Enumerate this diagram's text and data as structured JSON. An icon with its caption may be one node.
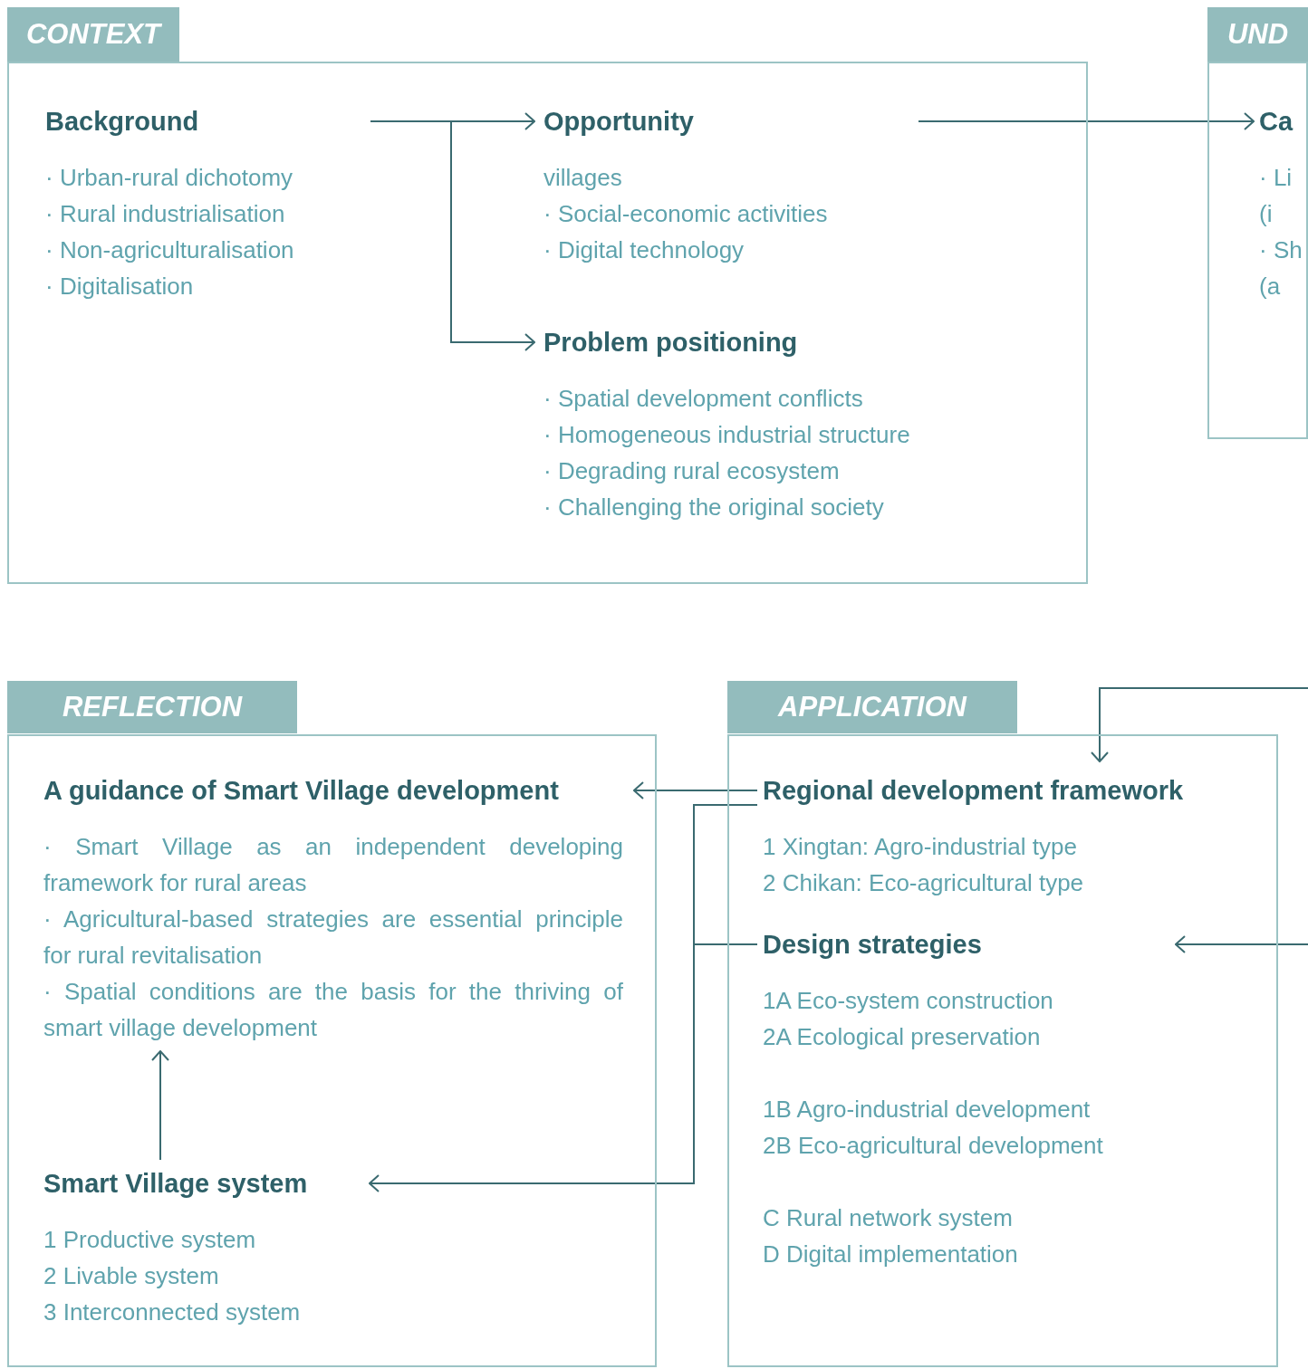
{
  "diagram": {
    "nodes": [
      {
        "text": [
          "CONTEXT"
        ]
      },
      {
        "text": [
          "Background",
          "· Urban-rural dichotomy",
          "· Rural industrialisation",
          "· Non-agriculturalisation",
          "· Digitalisation"
        ],
        "in": 0
      },
      {
        "text": [
          "Opportunity",
          "villages",
          "· Social-economic activities",
          "· Digital technology"
        ],
        "in": 0
      },
      {
        "text": [
          "Problem positioning",
          "· Spatial development conflicts",
          "· Homogeneous industrial structure",
          "· Degrading rural ecosystem",
          "· Challenging the original society"
        ],
        "in": 0
      },
      {
        "text": [
          "UND"
        ]
      },
      {
        "text": [
          "Ca",
          "· Li",
          "(i",
          "· Sh",
          "(a"
        ],
        "in": 4
      },
      {
        "text": [
          "REFLECTION"
        ]
      },
      {
        "text": [
          "A guidance of Smart Village development",
          "· Smart Village as an independent developing framework for rural areas",
          "· Agricultural-based strategies are essential principle for rural revitalisation",
          "· Spatial conditions are the basis for the thriving of smart village development"
        ],
        "in": 6
      },
      {
        "text": [
          "Smart Village system",
          "1 Productive system",
          "2 Livable system",
          "3 Interconnected system"
        ],
        "in": 6
      },
      {
        "text": [
          "APPLICATION"
        ]
      },
      {
        "text": [
          "Regional development framework",
          "1 Xingtan: Agro-industrial type",
          "2 Chikan: Eco-agricultural type"
        ],
        "in": 9
      },
      {
        "text": [
          "Design strategies",
          "1A Eco-system construction",
          "2A Ecological preservation",
          "1B Agro-industrial development",
          "2B Eco-agricultural development",
          "C Rural network system",
          "D Digital implementation"
        ],
        "in": 9
      }
    ],
    "edges": [
      {
        "from": 1,
        "to": 2,
        "arrow": "to"
      },
      {
        "from": 1,
        "to": 3,
        "arrow": "to"
      },
      {
        "from": 2,
        "to": 5,
        "arrow": "to"
      },
      {
        "from": null,
        "to": 10,
        "arrow": "to"
      },
      {
        "from": 10,
        "to": 7,
        "arrow": "to"
      },
      {
        "from": 10,
        "to": 8,
        "arrow": "none"
      },
      {
        "from": 11,
        "to": 8,
        "arrow": "to"
      },
      {
        "from": null,
        "to": 11,
        "arrow": "to"
      },
      {
        "from": 8,
        "to": 7,
        "arrow": "to"
      }
    ]
  }
}
